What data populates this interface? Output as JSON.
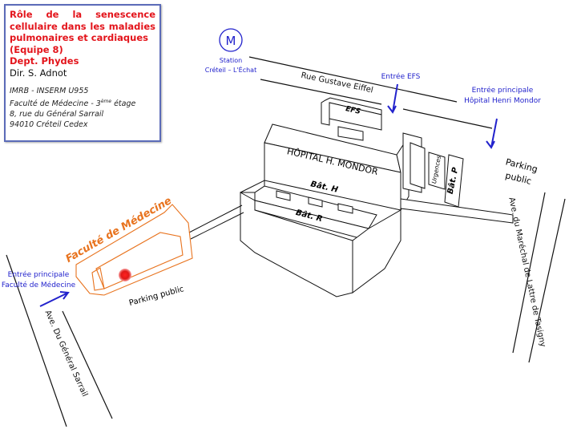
{
  "info_box": {
    "title": "Rôle de la senescence cellulaire dans les maladies pulmonaires et cardiaques",
    "team": "(Equipe 8)",
    "dept": "Dept. Phydes",
    "director": "Dir. S. Adnot",
    "address": [
      "IMRB - INSERM U955",
      "Faculté de Médecine - 3",
      "ème",
      " étage",
      "8, rue du Général Sarrail",
      "94010 Créteil Cedex"
    ]
  },
  "metro": {
    "symbol": "M",
    "line1": "Station",
    "line2": "Créteil – L'Échat"
  },
  "streets": {
    "rue_gustave_eiffel": "Rue Gustave Eiffel",
    "ave_sarrail": "Ave. Du Général Sarrail",
    "ave_lattre": "Ave. du Maréchal de Lattre de Tasigny"
  },
  "entrances": {
    "efs": "Entrée EFS",
    "hopital_1": "Entrée principale",
    "hopital_2": "Hôpital Henri Mondor",
    "faculte_1": "Entrée principale",
    "faculte_2": "Faculté de Médecine"
  },
  "buildings": {
    "efs": "EFS",
    "hopital": "HÔPITAL H. MONDOR",
    "bat_h": "Bât. H",
    "bat_r": "Bât. R",
    "bat_p": "Bât. P",
    "urgences": "Urgences",
    "faculte": "Faculté de Médecine"
  },
  "parking": {
    "right_1": "Parking",
    "right_2": "public",
    "left": "Parking public"
  },
  "colors": {
    "blue": "#2222cc",
    "red": "#e3141b",
    "orange": "#e8731e"
  }
}
